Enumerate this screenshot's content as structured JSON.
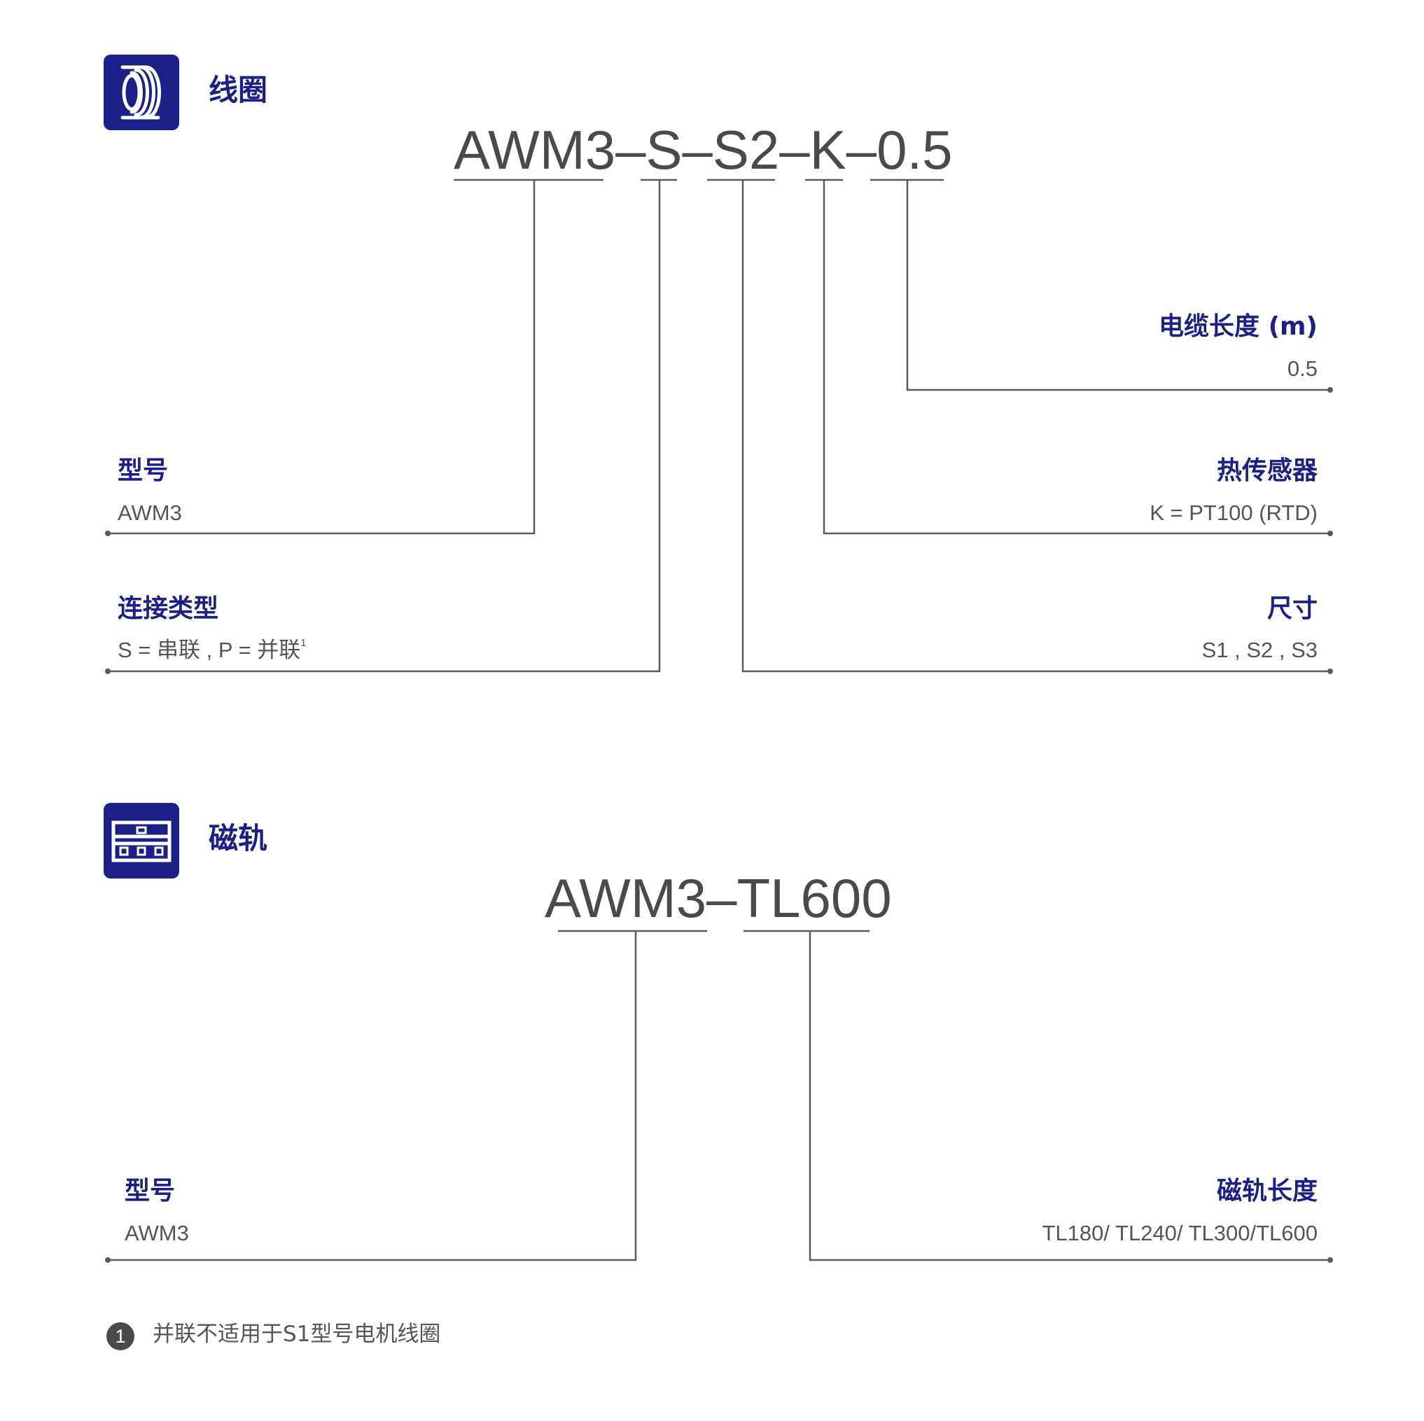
{
  "coil": {
    "title": "线圈",
    "icon": "coil-icon",
    "code": "AWM3–S–S2–K–0.5",
    "labels": {
      "model": {
        "title": "型号",
        "value": "AWM3"
      },
      "connection": {
        "title": "连接类型",
        "value": "S = 串联 , P = 并联",
        "footnote_mark": "1"
      },
      "size": {
        "title": "尺寸",
        "value": "S1 , S2 , S3"
      },
      "thermal_sensor": {
        "title": "热传感器",
        "value": "K = PT100 (RTD)"
      },
      "cable_length": {
        "title": "电缆长度 (m)",
        "value": "0.5"
      }
    }
  },
  "track": {
    "title": "磁轨",
    "icon": "magnetic-track-icon",
    "code": "AWM3–TL600",
    "labels": {
      "model": {
        "title": "型号",
        "value": "AWM3"
      },
      "track_length": {
        "title": "磁轨长度",
        "value": "TL180/ TL240/ TL300/TL600"
      }
    }
  },
  "footnote": {
    "mark": "1",
    "text": "并联不适用于S1型号电机线圈"
  },
  "colors": {
    "brand_blue": "#1b1f87",
    "text_gray": "#555555",
    "line_gray": "#666666"
  }
}
